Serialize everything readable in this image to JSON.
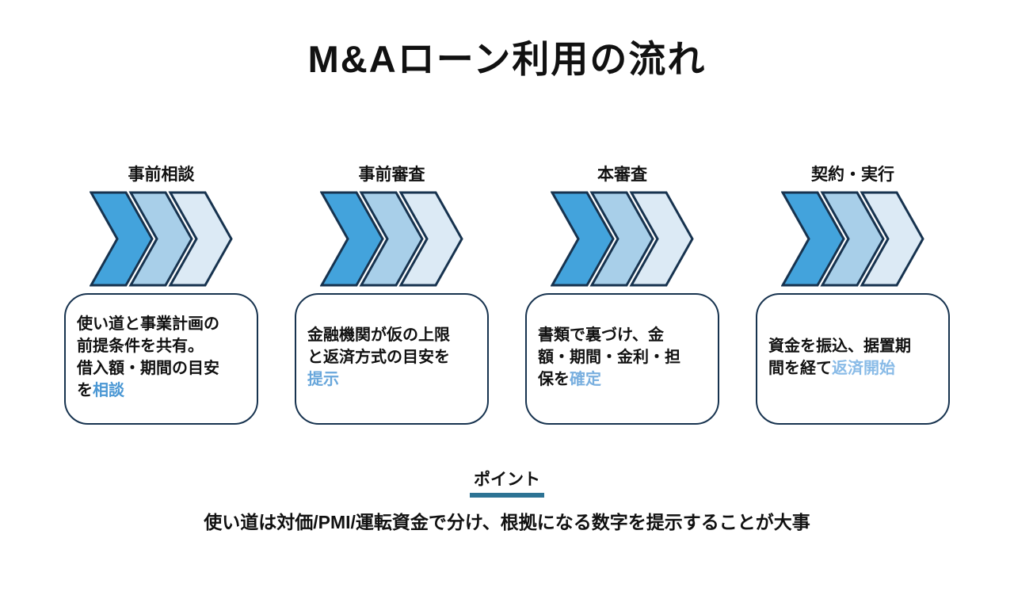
{
  "title": "M&Aローン利用の流れ",
  "colors": {
    "outline": "#17334F",
    "chevron_dark": "#43A3DC",
    "chevron_mid": "#A8CFE9",
    "chevron_light": "#DCEAF5",
    "point_underline": "#2D7394"
  },
  "steps": [
    {
      "label": "事前相談",
      "description": "使い道と事業計画の\n前提条件を共有。\n借入額・期間の目安\nを",
      "highlight": "相談",
      "highlight_color": "#4A97D4"
    },
    {
      "label": "事前審査",
      "description": "金融機関が仮の上限\nと返済方式の目安を\n",
      "highlight": "提示",
      "highlight_color": "#69A7DB"
    },
    {
      "label": "本審査",
      "description": "書類で裏づけ、金\n額・期間・金利・担\n保を",
      "highlight": "確定",
      "highlight_color": "#79AFDF"
    },
    {
      "label": "契約・実行",
      "description": "資金を振込、据置期\n間を経て",
      "highlight": "返済開始",
      "highlight_color": "#89BBE7"
    }
  ],
  "point": {
    "label": "ポイント",
    "note": "使い道は対価/PMI/運転資金で分け、根拠になる数字を提示することが大事"
  }
}
